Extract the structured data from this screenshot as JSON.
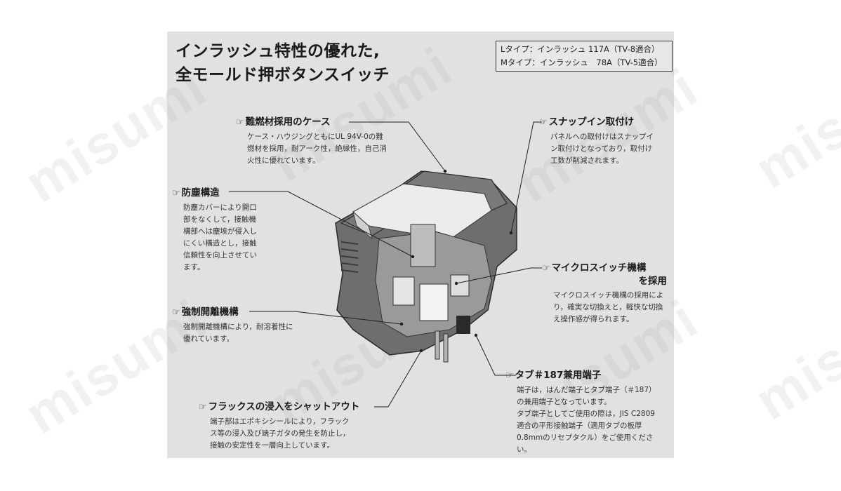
{
  "watermark": "misumi",
  "title": {
    "line1": "インラッシュ特性の優れた,",
    "line2": "全モールド押ボタンスイッチ"
  },
  "spec_box": {
    "line1": "Lタイプ：インラッシュ 117A（TV-8適合）",
    "line2": "Mタイプ：インラッシュ　78A（TV-5適合）"
  },
  "callouts": {
    "case": {
      "title": "難燃材採用のケース",
      "body": [
        "ケース・ハウジングともにUL 94V-0の難",
        "燃材を採用，耐アーク性，絶縁性，自己消",
        "火性に優れています。"
      ]
    },
    "snap": {
      "title": "スナップイン取付け",
      "body": [
        "パネルへの取付けはスナップイ",
        "ン取付けとなっており，取付け",
        "工数が削減されます。"
      ]
    },
    "dust": {
      "title": "防塵構造",
      "body": [
        "防塵カバーにより開口",
        "部をなくして，接触機",
        "構部へは塵埃が侵入し",
        "にくい構造とし，接触",
        "信頼性を向上させてい",
        "ます。"
      ]
    },
    "micro": {
      "title": "マイクロスイッチ機構",
      "title2": "を採用",
      "body": [
        "マイクロスイッチ機構の採用によ",
        "り，確実な切換えと，軽快な切換",
        "え操作感が得られます。"
      ]
    },
    "forced": {
      "title": "強制開離機構",
      "body": [
        "強制開離機構により，耐溶着性に",
        "優れています。"
      ]
    },
    "tab": {
      "title": "タブ＃187兼用端子",
      "body": [
        "端子は，はんだ端子とタブ端子（＃187）",
        "の兼用端子となっています。",
        "タブ端子としてご使用の際は，JIS C2809",
        "適合の平形接触端子（適用タブの板厚",
        "0.8mmのリセプタクル）をご使用くださ",
        "い。"
      ]
    },
    "flux": {
      "title": "フラックスの浸入をシャットアウト",
      "body": [
        "端子部はエポキシシールにより，フラック",
        "ス等の浸入及び端子ガタの発生を防止し，",
        "接触の安定性を一層向上しています。"
      ]
    }
  },
  "hand_icon_glyph": "☞"
}
